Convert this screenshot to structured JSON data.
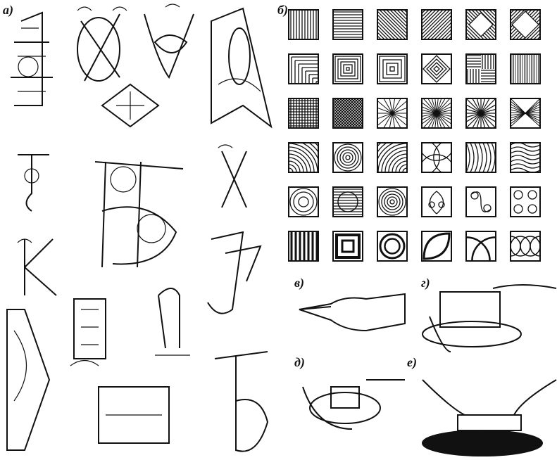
{
  "figure": {
    "labels": {
      "a": "а)",
      "b": "б)",
      "v": "в)",
      "g": "г)",
      "d": "д)",
      "e": "е)"
    },
    "pattern_grid": {
      "rows": 6,
      "cols": 6,
      "patterns": [
        [
          "vertical-lines",
          "horizontal-lines",
          "diagonal-lines",
          "diagonal-rev-lines",
          "diamond-square",
          "diamond-inset"
        ],
        [
          "corner-l",
          "concentric-squares",
          "square-spiral",
          "nested-diamonds",
          "basket-weave",
          "vertical-fine"
        ],
        [
          "grid-hatch",
          "cross-diagonal",
          "fan-corners",
          "starburst",
          "starburst-x",
          "fan-sides"
        ],
        [
          "quarter-arcs",
          "concentric-circles",
          "arc-fan",
          "vesica-grid",
          "wavy-diagonal",
          "wavy-horizontal"
        ],
        [
          "spiral-in-circle",
          "circle-lines",
          "spiral",
          "heart-swirls",
          "s-swirls",
          "cross-swirls"
        ],
        [
          "thick-vertical",
          "thick-frame",
          "thick-circles",
          "lens",
          "arc-lens",
          "vesica-vertical"
        ]
      ]
    },
    "monograms": [
      "ornament-letter-1",
      "ornament-letter-2",
      "ornament-letter-3",
      "ornament-letter-4",
      "ornament-letter-5",
      "ornament-letter-6",
      "ornament-letter-7",
      "ornament-letter-8",
      "ornament-letter-9",
      "ornament-letter-10",
      "ornament-letter-11",
      "ornament-letter-12",
      "ornament-letter-13",
      "ornament-letter-14",
      "ornament-letter-15",
      "ornament-letter-16"
    ],
    "hand_illustrations": [
      "hand-holding-graver",
      "hand-engraving-block",
      "hands-holding-ring",
      "hands-on-cushion"
    ]
  }
}
